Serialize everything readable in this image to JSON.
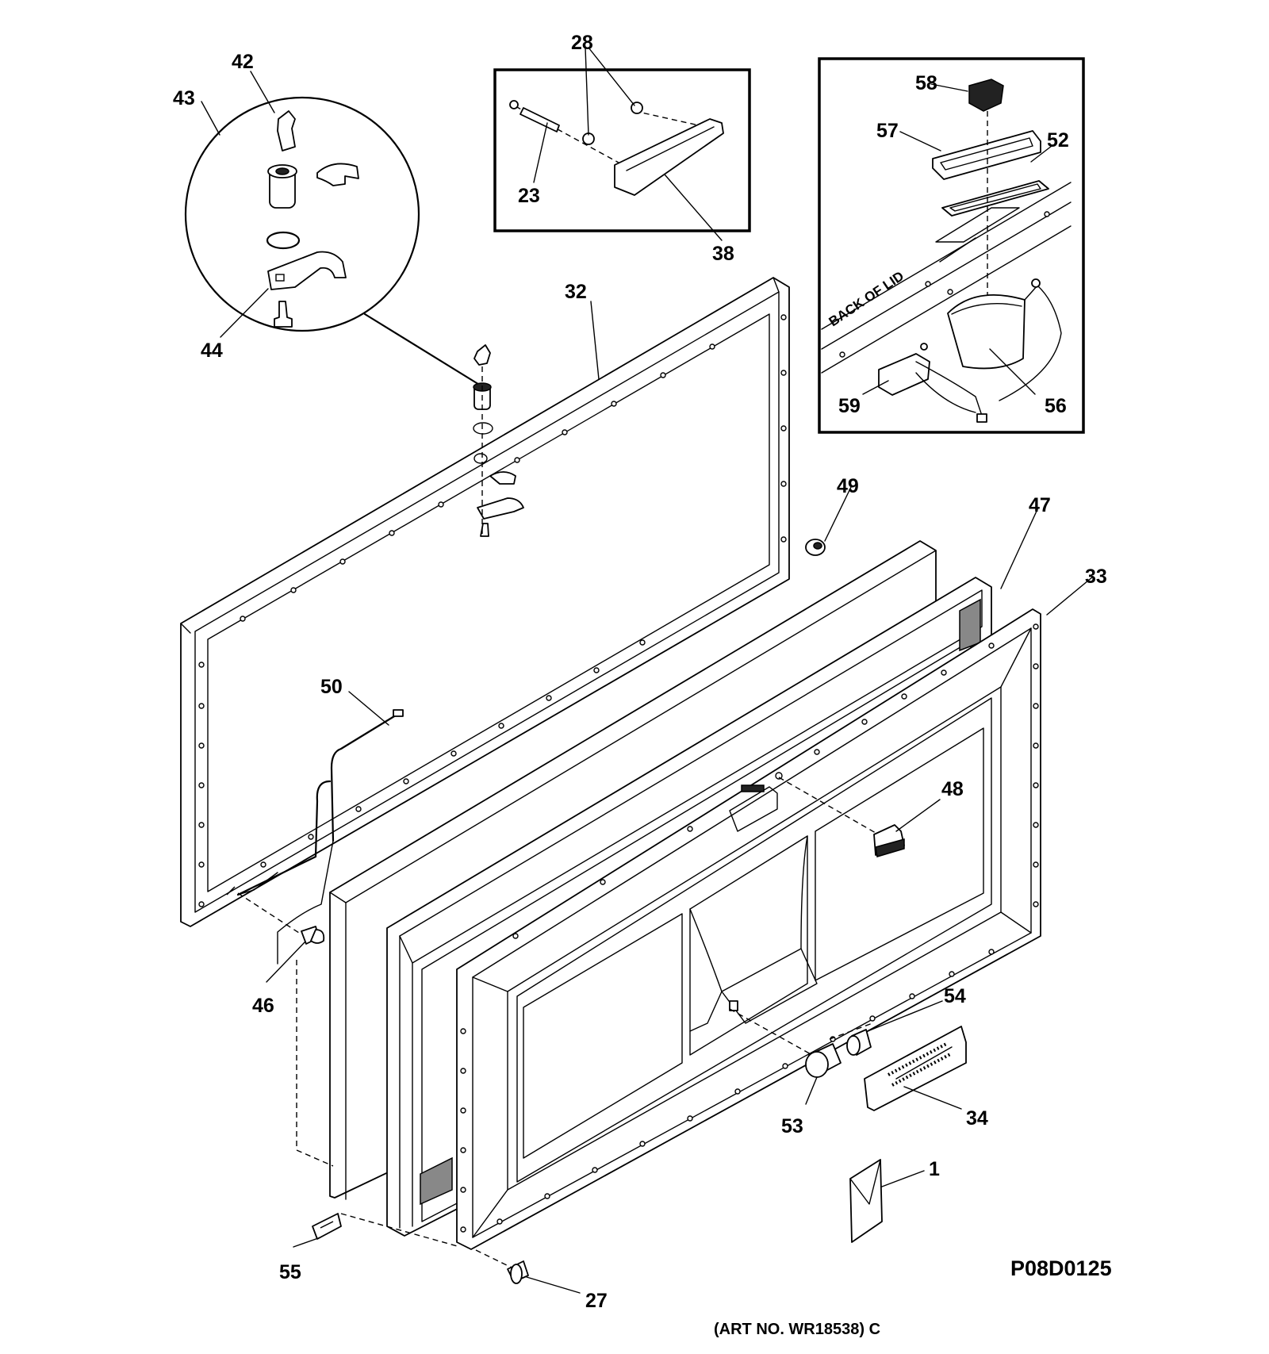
{
  "diagram": {
    "drawing_code": "P08D0125",
    "art_number": "(ART NO. WR18538) C",
    "inset_label": "BACK OF LID",
    "callouts": [
      {
        "id": "c1",
        "label": "1"
      },
      {
        "id": "c23",
        "label": "23"
      },
      {
        "id": "c27",
        "label": "27"
      },
      {
        "id": "c28",
        "label": "28"
      },
      {
        "id": "c32",
        "label": "32"
      },
      {
        "id": "c33",
        "label": "33"
      },
      {
        "id": "c34",
        "label": "34"
      },
      {
        "id": "c38",
        "label": "38"
      },
      {
        "id": "c42",
        "label": "42"
      },
      {
        "id": "c43",
        "label": "43"
      },
      {
        "id": "c44",
        "label": "44"
      },
      {
        "id": "c46",
        "label": "46"
      },
      {
        "id": "c47",
        "label": "47"
      },
      {
        "id": "c48",
        "label": "48"
      },
      {
        "id": "c49",
        "label": "49"
      },
      {
        "id": "c50",
        "label": "50"
      },
      {
        "id": "c52",
        "label": "52"
      },
      {
        "id": "c53",
        "label": "53"
      },
      {
        "id": "c54",
        "label": "54"
      },
      {
        "id": "c55",
        "label": "55"
      },
      {
        "id": "c56",
        "label": "56"
      },
      {
        "id": "c57",
        "label": "57"
      },
      {
        "id": "c58",
        "label": "58"
      },
      {
        "id": "c59",
        "label": "59"
      }
    ]
  }
}
